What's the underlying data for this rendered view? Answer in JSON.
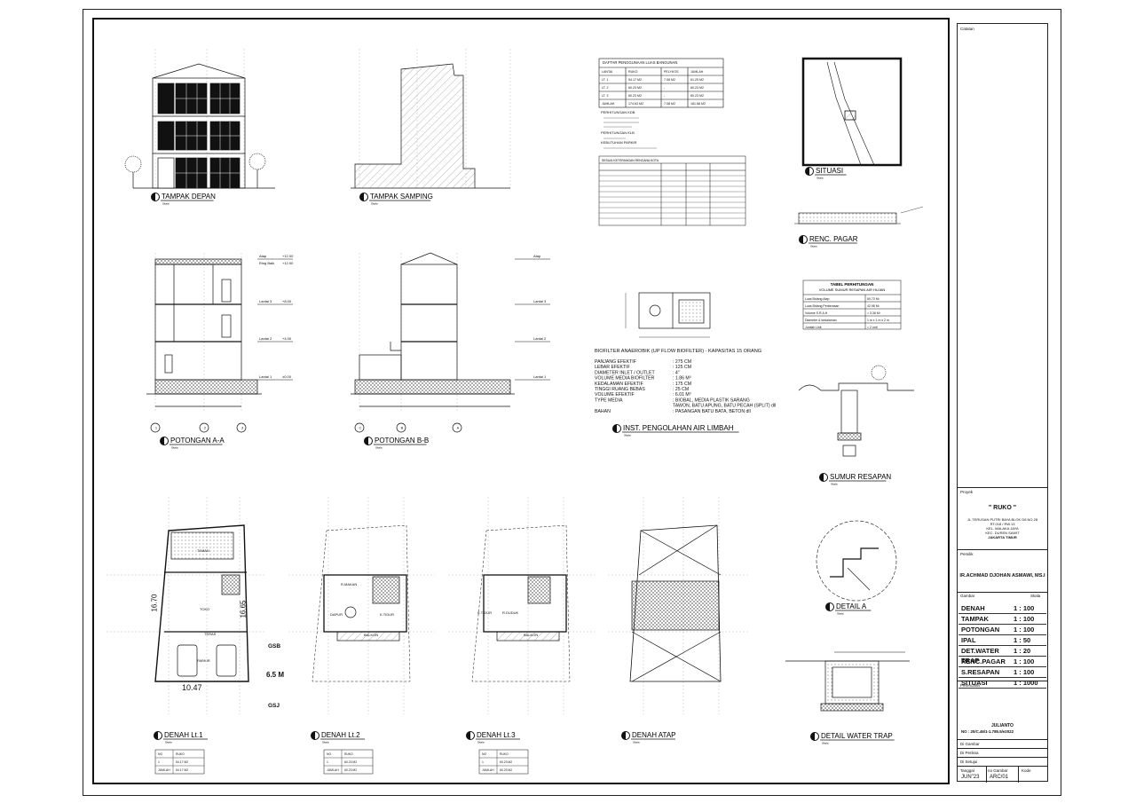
{
  "views": {
    "tampak_depan": "TAMPAK DEPAN",
    "tampak_samping": "TAMPAK SAMPING",
    "potongan_aa": "POTONGAN A-A",
    "potongan_bb": "POTONGAN B-B",
    "situasi": "SITUASI",
    "renc_pagar": "RENC. PAGAR",
    "ipal": "INST. PENGOLAHAN AIR LIMBAH",
    "sumur_resapan": "SUMUR RESAPAN",
    "detail_a": "DETAIL A",
    "detail_water_trap": "DETAIL WATER TRAP",
    "denah_lt1": "DENAH Lt.1",
    "denah_lt2": "DENAH Lt.2",
    "denah_lt3": "DENAH Lt.3",
    "denah_atap": "DENAH ATAP",
    "skala": "Skala"
  },
  "luas_table": {
    "title": "DAFTAR PENGGUNAAN LUAS BANGUNAN",
    "headers": [
      "LANTAI",
      "RUKO",
      "PELYKOS",
      "JUMLAH"
    ],
    "rows": [
      [
        "LT. 1",
        "54.17  M2",
        "7.08  M2",
        "61.25  M2"
      ],
      [
        "LT. 2",
        "60.23  M2",
        "-",
        "60.23  M2"
      ],
      [
        "LT. 3",
        "60.23  M2",
        "-",
        "60.23  M2"
      ],
      [
        "JUMLAH",
        "174.63  M2",
        "7.08  M2",
        "181.68  M2"
      ]
    ]
  },
  "notes": {
    "kdb": "PERHITUNGAN KDB",
    "klb": "PERHITUNGAN KLB",
    "parkir": "KEBUTUHAN PARKIR",
    "rtrw_title": "SESUAI KETERANGAN RENCANA KOTA"
  },
  "biofilter": {
    "title": "BIOFILTER ANAEROBIK (UP FLOW BIOFILTER) - KAPASITAS 15 ORANG",
    "rows": [
      [
        "PANJANG EFEKTIF",
        ": 275 CM"
      ],
      [
        "LEBAR EFEKTIF",
        ": 125 CM"
      ],
      [
        "DIAMETER INLET / OUTLET",
        ": 4\""
      ],
      [
        "VOLUME  MEDIA BIOFILTER",
        ": 1.86 M³"
      ],
      [
        "KEDALAMAN EFEKTIF",
        ": 175 CM"
      ],
      [
        "TINGGI RUANG BEBAS",
        ": 25 CM"
      ],
      [
        "VOLUME EFEKTIF",
        ": 6.01 M³"
      ],
      [
        "TYPE MEDIA",
        ": BIOBAL, MEDIA PLASTIK SARANG"
      ],
      [
        "",
        "  TAWON, BATU APUNG, BATU PECAH (SPLIT) dll"
      ],
      [
        "BAHAN",
        ": PASANGAN BATU BATA, BETON dll"
      ]
    ]
  },
  "resapan_table": {
    "title": "TABEL PERHITUNGAN",
    "subtitle": "VOLUME SUMUR RESAPAN AIR HUJAN",
    "rows": [
      [
        "Luas Bidang Atap",
        "60.73 M²"
      ],
      [
        "Luas Bidang Perkerasan",
        "42.98 M²"
      ],
      [
        "Volume S.R.A.H",
        "= 3.36 M³"
      ],
      [
        "Diameter & kedalaman",
        "1 m x 1 m x 2 m"
      ],
      [
        "Jumlah Unit",
        "= 2 unit"
      ]
    ]
  },
  "levels": {
    "atap": "Atap",
    "ring": "Ring Balk",
    "lantai3": "Lantai 3",
    "lantai2": "Lantai 2",
    "lantai1": "Lantai 1",
    "e1": "+12.00",
    "e2": "+12.00",
    "e3": "+8.00",
    "e4": "+4.00",
    "e5": "±0.00"
  },
  "plan_labels": {
    "dim_front": "10.47",
    "dim_side": "16.70",
    "dim_side2": "16.65",
    "depth": "6.5 M",
    "gsb": "GSB",
    "gsj": "GSJ",
    "toko": "TOKO",
    "parkir": "PARKIR",
    "taman": "TAMAN",
    "teras": "TERAS",
    "k_tidur": "K.TIDUR",
    "r_duduk": "R.DUDUK",
    "balkon": "BALKON",
    "dapur": "DAPUR",
    "r_makan": "R.MAKAN"
  },
  "small_tables": [
    {
      "headers": [
        "NO",
        "RUKO"
      ],
      "rows": [
        [
          "1",
          "54.17  M2"
        ],
        [
          "JUMLAH",
          "54.17  M2"
        ]
      ]
    },
    {
      "headers": [
        "NO",
        "RUKO"
      ],
      "rows": [
        [
          "1",
          "60.23  M2"
        ],
        [
          "JUMLAH",
          "60.23  M2"
        ]
      ]
    },
    {
      "headers": [
        "NO",
        "RUKO"
      ],
      "rows": [
        [
          "1",
          "60.23  M2"
        ],
        [
          "JUMLAH",
          "60.23  M2"
        ]
      ]
    }
  ],
  "title_block": {
    "catatan": "Catatan",
    "proyek_label": "Proyek",
    "project": "\" RUKO \"",
    "address": [
      "JL.TERUSAN PUTRI BAYA BLOK D8 NO.28",
      "RT.018 / RW.13",
      "KEL. MALAKA JAYA",
      "KEC. DUREN SAWIT",
      "JAKARTA TIMUR"
    ],
    "pemilik_label": "Pemilik",
    "owner": "IR.ACHMAD DJOHAN ASMAWI, MS.I",
    "gambar_label": "Gambar",
    "skala_label": "Skala",
    "schedule": [
      [
        "DENAH",
        "1 : 100"
      ],
      [
        "TAMPAK",
        "1 : 100"
      ],
      [
        "POTONGAN",
        "1 : 100"
      ],
      [
        "IPAL",
        "1 : 50"
      ],
      [
        "DET.WATER TRAP",
        "1 : 20"
      ],
      [
        "RENC.PAGAR",
        "1 : 100"
      ],
      [
        "S.RESAPAN",
        "1 : 100"
      ],
      [
        "SITUASI",
        "1 : 1000"
      ]
    ],
    "perencana_label": "Perencana",
    "signer": "JULIANTO",
    "license": "NO : 20/C.46/1-1.785.5/e2022",
    "digambar": "Di Gambar",
    "diperiksa": "Di Periksa",
    "disetujui": "Di Setujui",
    "tanggal_label": "Tanggal",
    "no_gambar_label": "no Gambar",
    "kode_label": "Kode",
    "tanggal": "JUN\"23",
    "no_gambar": "ARC/01"
  },
  "colors": {
    "ink": "#111111",
    "hatch": "#555555"
  }
}
